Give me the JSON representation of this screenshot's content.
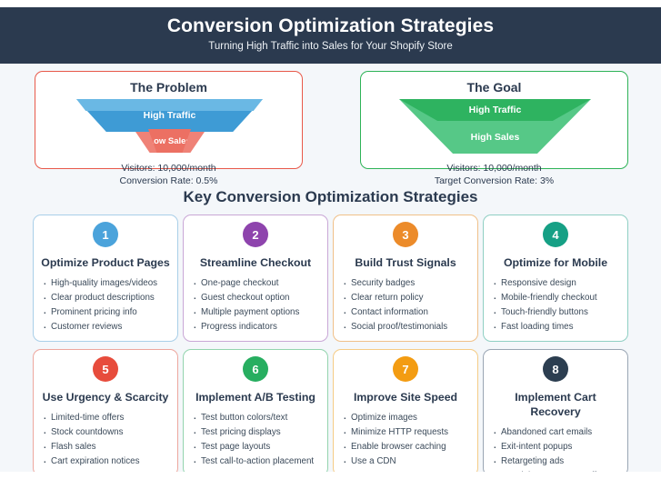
{
  "header": {
    "title": "Conversion Optimization Strategies",
    "subtitle": "Turning High Traffic into Sales for Your Shopify Store",
    "bg_color": "#2b3a4f"
  },
  "funnels": {
    "problem": {
      "title": "The Problem",
      "border_color": "#e8594a",
      "stage_top": "High Traffic",
      "stage_bottom": "Low Sales",
      "stage_top_color": "#3e9bd5",
      "stage_bottom_color": "#ec7063",
      "stat_visitors": "Visitors: 10,000/month",
      "stat_rate": "Conversion Rate: 0.5%"
    },
    "goal": {
      "title": "The Goal",
      "border_color": "#2eb357",
      "stage_top": "High Traffic",
      "stage_bottom": "High Sales",
      "stage_top_color": "#2eb360",
      "stage_bottom_color": "#56c887",
      "stat_visitors": "Visitors: 10,000/month",
      "stat_rate": "Target Conversion Rate: 3%"
    }
  },
  "section": {
    "heading": "Key Conversion Optimization Strategies"
  },
  "strategies": [
    {
      "number": "1",
      "title": "Optimize Product Pages",
      "accent": "#4ba3db",
      "border": "#a9cfe8",
      "items": [
        "High-quality images/videos",
        "Clear product descriptions",
        "Prominent pricing info",
        "Customer reviews"
      ]
    },
    {
      "number": "2",
      "title": "Streamline Checkout",
      "accent": "#8e44ad",
      "border": "#c9a7d6",
      "items": [
        "One-page checkout",
        "Guest checkout option",
        "Multiple payment options",
        "Progress indicators"
      ]
    },
    {
      "number": "3",
      "title": "Build Trust Signals",
      "accent": "#ec8b2a",
      "border": "#f0c089",
      "items": [
        "Security badges",
        "Clear return policy",
        "Contact information",
        "Social proof/testimonials"
      ]
    },
    {
      "number": "4",
      "title": "Optimize for Mobile",
      "accent": "#16a085",
      "border": "#8fcfc3",
      "items": [
        "Responsive design",
        "Mobile-friendly checkout",
        "Touch-friendly buttons",
        "Fast loading times"
      ]
    },
    {
      "number": "5",
      "title": "Use Urgency & Scarcity",
      "accent": "#e74c3c",
      "border": "#eda79e",
      "items": [
        "Limited-time offers",
        "Stock countdowns",
        "Flash sales",
        "Cart expiration notices"
      ]
    },
    {
      "number": "6",
      "title": "Implement A/B Testing",
      "accent": "#27ae60",
      "border": "#93d4ae",
      "items": [
        "Test button colors/text",
        "Test pricing displays",
        "Test page layouts",
        "Test call-to-action placement"
      ]
    },
    {
      "number": "7",
      "title": "Improve Site Speed",
      "accent": "#f39c12",
      "border": "#f5cc86",
      "items": [
        "Optimize images",
        "Minimize HTTP requests",
        "Enable browser caching",
        "Use a CDN"
      ]
    },
    {
      "number": "8",
      "title": "Implement Cart Recovery",
      "accent": "#2c3e50",
      "border": "#9aa6b4",
      "items": [
        "Abandoned cart emails",
        "Exit-intent popups",
        "Retargeting ads",
        "Special cart recovery offers"
      ]
    }
  ]
}
